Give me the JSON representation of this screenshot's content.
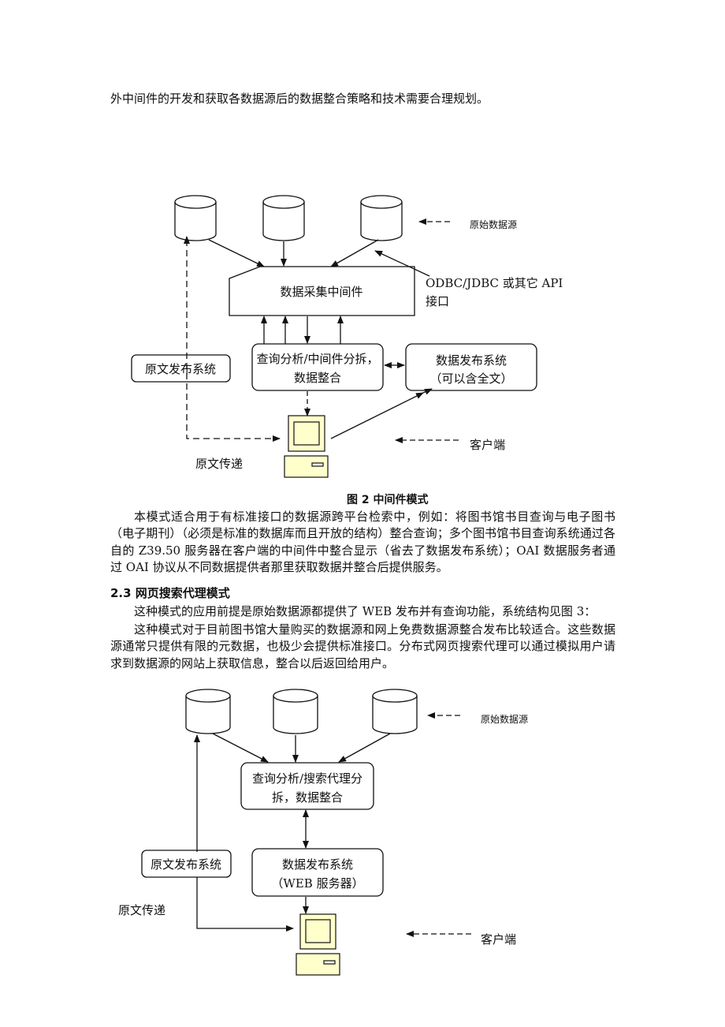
{
  "top_line": "外中间件的开发和获取各数据源后的数据整合策略和技术需要合理规划。",
  "fig2": {
    "source_label": "原始数据源",
    "collector_label": "数据采集中间件",
    "api_label_1": "ODBC/JDBC  或其它 API",
    "api_label_2": "接口",
    "query_label_1": "查询分析/中间件分拆，",
    "query_label_2": "数据整合",
    "publish_label_1": "数据发布系统",
    "publish_label_2": "（可以含全文）",
    "original_pub_label": "原文发布系统",
    "delivery_label": "原文传递",
    "client_label": "客户端",
    "caption": "图 2  中间件模式"
  },
  "para1": "本模式适合用于有标准接口的数据源跨平台检索中，例如：将图书馆书目查询与电子图书（电子期刊）（必须是标准的数据库而且开放的结构）整合查询；多个图书馆书目查询系统通过各自的 Z39.50 服务器在客户端的中间件中整合显示（省去了数据发布系统）；OAI 数据服务者通过 OAI 协议从不同数据提供者那里获取数据并整合后提供服务。",
  "heading": "2.3 网页搜索代理模式",
  "para2": "这种模式的应用前提是原始数据源都提供了 WEB 发布并有查询功能，系统结构见图 3：",
  "para3": "这种模式对于目前图书馆大量购买的数据源和网上免费数据源整合发布比较适合。这些数据源通常只提供有限的元数据，也极少会提供标准接口。分布式网页搜索代理可以通过模拟用户请求到数据源的网站上获取信息，整合以后返回给用户。",
  "fig3": {
    "source_label": "原始数据源",
    "query_label_1": "查询分析/搜索代理分",
    "query_label_2": "拆，数据整合",
    "publish_label_1": "数据发布系统",
    "publish_label_2": "（WEB 服务器）",
    "original_pub_label": "原文发布系统",
    "delivery_label": "原文传递",
    "client_label": "客户端"
  }
}
